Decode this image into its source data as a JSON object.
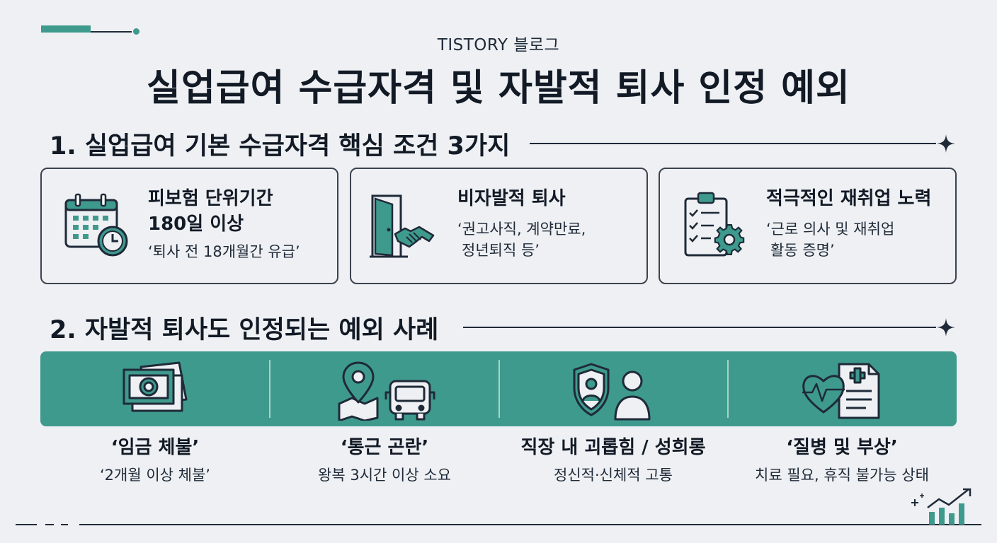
{
  "header": {
    "blog_label": "TISTORY 블로그",
    "title": "실업급여 수급자격 및 자발적 퇴사 인정 예외"
  },
  "section1": {
    "heading": "1. 실업급여 기본 수급자격 핵심 조건 3가지",
    "cards": [
      {
        "title_line1": "피보험 단위기간",
        "title_line2": "180일 이상",
        "desc_line1": "‘퇴사 전 18개월간 유급’",
        "desc_line2": "",
        "icon": "calendar-clock-icon"
      },
      {
        "title_line1": "비자발적 퇴사",
        "title_line2": "",
        "desc_line1": "‘권고사직, 계약만료,",
        "desc_line2": "정년퇴직 등’",
        "icon": "door-handshake-icon"
      },
      {
        "title_line1": "적극적인 재취업 노력",
        "title_line2": "",
        "desc_line1": "‘근로 의사 및 재취업",
        "desc_line2": "활동 증명’",
        "icon": "checklist-gear-icon"
      }
    ]
  },
  "section2": {
    "heading": "2. 자발적 퇴사도 인정되는 예외 사례",
    "items": [
      {
        "title": "‘임금 체불’",
        "desc": "‘2개월 이상 체불’",
        "icon": "money-icon"
      },
      {
        "title": "‘통근 곤란’",
        "desc": "왕복 3시간 이상 소요",
        "icon": "map-bus-icon"
      },
      {
        "title": "직장 내 괴롭힘 / 성희롱",
        "desc": "정신적·신체적 고통",
        "icon": "shield-person-icon"
      },
      {
        "title": "‘질병 및 부상’",
        "desc": "치료 필요, 휴직 불가능 상태",
        "icon": "heart-medical-icon"
      }
    ]
  },
  "colors": {
    "accent": "#3e9a8d",
    "dark": "#121a26",
    "background": "#eef0f3"
  }
}
